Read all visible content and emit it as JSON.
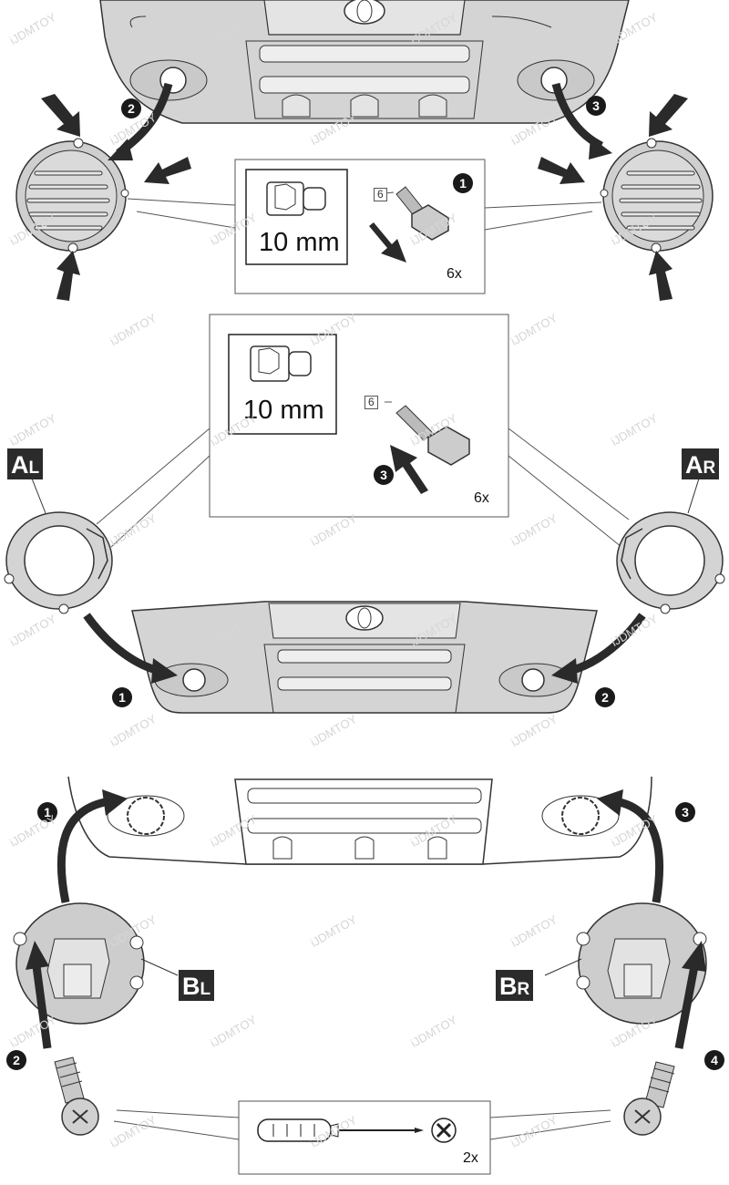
{
  "watermark": "iJDMTOY",
  "panel1": {
    "tool": "10 mm",
    "part_no": "6",
    "quantity": "6x",
    "steps": [
      "1",
      "2",
      "3"
    ]
  },
  "panel2": {
    "tool": "10 mm",
    "part_no": "6",
    "quantity": "6x",
    "steps": [
      "1",
      "2",
      "3"
    ],
    "label_left_main": "A",
    "label_left_sub": "L",
    "label_right_main": "A",
    "label_right_sub": "R"
  },
  "panel3": {
    "quantity": "2x",
    "steps": [
      "1",
      "2",
      "3",
      "4"
    ],
    "label_left_main": "B",
    "label_left_sub": "L",
    "label_right_main": "B",
    "label_right_sub": "R"
  },
  "colors": {
    "part_fill": "#d9d9d9",
    "line": "#333333",
    "arrow": "#2a2a2a",
    "label_bg": "#2b2b2b"
  }
}
